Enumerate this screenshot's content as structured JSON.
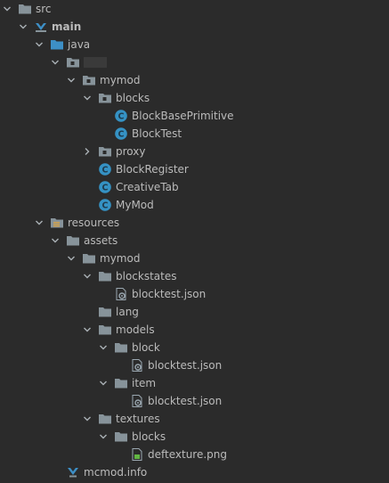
{
  "tree": {
    "nodes": [
      {
        "label": "src",
        "depth": 0,
        "icon": "folder",
        "expanded": true
      },
      {
        "label": "main",
        "depth": 1,
        "icon": "module",
        "expanded": true,
        "bold": true
      },
      {
        "label": "java",
        "depth": 2,
        "icon": "source-folder",
        "expanded": true
      },
      {
        "label": "",
        "depth": 3,
        "icon": "package",
        "expanded": true,
        "masked": true
      },
      {
        "label": "mymod",
        "depth": 4,
        "icon": "package",
        "expanded": true
      },
      {
        "label": "blocks",
        "depth": 5,
        "icon": "package",
        "expanded": true
      },
      {
        "label": "BlockBasePrimitive",
        "depth": 6,
        "icon": "class",
        "expanded": null
      },
      {
        "label": "BlockTest",
        "depth": 6,
        "icon": "class",
        "expanded": null
      },
      {
        "label": "proxy",
        "depth": 5,
        "icon": "package",
        "expanded": false
      },
      {
        "label": "BlockRegister",
        "depth": 5,
        "icon": "class",
        "expanded": null
      },
      {
        "label": "CreativeTab",
        "depth": 5,
        "icon": "class",
        "expanded": null
      },
      {
        "label": "MyMod",
        "depth": 5,
        "icon": "class",
        "expanded": null
      },
      {
        "label": "resources",
        "depth": 2,
        "icon": "resources-folder",
        "expanded": true
      },
      {
        "label": "assets",
        "depth": 3,
        "icon": "folder",
        "expanded": true
      },
      {
        "label": "mymod",
        "depth": 4,
        "icon": "folder",
        "expanded": true
      },
      {
        "label": "blockstates",
        "depth": 5,
        "icon": "folder",
        "expanded": true
      },
      {
        "label": "blocktest.json",
        "depth": 6,
        "icon": "json-file",
        "expanded": null
      },
      {
        "label": "lang",
        "depth": 5,
        "icon": "folder",
        "expanded": null
      },
      {
        "label": "models",
        "depth": 5,
        "icon": "folder",
        "expanded": true
      },
      {
        "label": "block",
        "depth": 6,
        "icon": "folder",
        "expanded": true
      },
      {
        "label": "blocktest.json",
        "depth": 7,
        "icon": "json-file",
        "expanded": null
      },
      {
        "label": "item",
        "depth": 6,
        "icon": "folder",
        "expanded": true
      },
      {
        "label": "blocktest.json",
        "depth": 7,
        "icon": "json-file",
        "expanded": null
      },
      {
        "label": "textures",
        "depth": 5,
        "icon": "folder",
        "expanded": true
      },
      {
        "label": "blocks",
        "depth": 6,
        "icon": "folder",
        "expanded": true
      },
      {
        "label": "deftexture.png",
        "depth": 7,
        "icon": "image-file",
        "expanded": null
      },
      {
        "label": "mcmod.info",
        "depth": 3,
        "icon": "info-file",
        "expanded": null
      }
    ]
  },
  "colors": {
    "background": "#2b2b2b",
    "text": "#bbbbbb",
    "folder": "#87939a",
    "source_folder": "#3d8fc6",
    "class_icon": "#3592c4",
    "chevron": "#a9b0b5"
  }
}
